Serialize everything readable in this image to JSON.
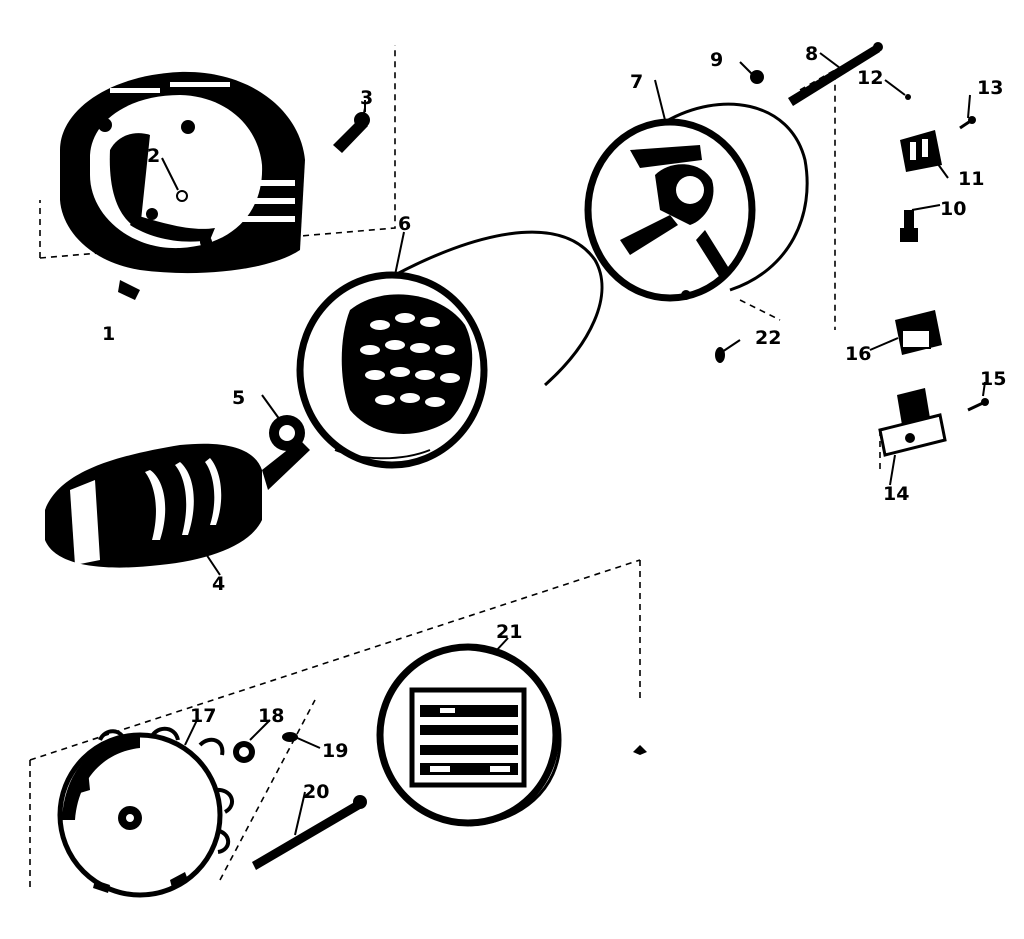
{
  "diagram": {
    "part_labels": {
      "p1": "1",
      "p2": "2",
      "p3": "3",
      "p4": "4",
      "p5": "5",
      "p6": "6",
      "p7": "7",
      "p8": "8",
      "p9": "9",
      "p10": "10",
      "p11": "11",
      "p12": "12",
      "p13": "13",
      "p14": "14",
      "p15": "15",
      "p16": "16",
      "p17": "17",
      "p18": "18",
      "p19": "19",
      "p20": "20",
      "p21": "21",
      "p22": "22"
    }
  },
  "colors": {
    "ink": "#000000",
    "paper": "#ffffff"
  }
}
